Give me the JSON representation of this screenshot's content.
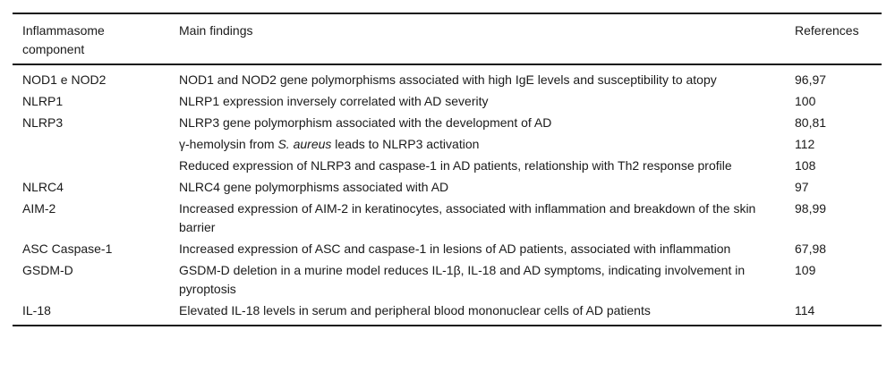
{
  "table": {
    "headers": [
      "Inflammasome component",
      "Main findings",
      "References"
    ],
    "rows": [
      {
        "component": "NOD1 e NOD2",
        "finding": [
          {
            "t": "NOD1 and NOD2 gene polymorphisms associated with high IgE levels and susceptibility to atopy"
          }
        ],
        "refs": "96,97"
      },
      {
        "component": "NLRP1",
        "finding": [
          {
            "t": "NLRP1 expression inversely correlated with AD severity"
          }
        ],
        "refs": "100"
      },
      {
        "component": "NLRP3",
        "finding": [
          {
            "t": "NLRP3 gene polymorphism associated with the development of AD"
          }
        ],
        "refs": "80,81"
      },
      {
        "component": "",
        "finding": [
          {
            "t": "γ-hemolysin from "
          },
          {
            "t": "S. aureus",
            "i": true
          },
          {
            "t": " leads to NLRP3 activation"
          }
        ],
        "refs": "112"
      },
      {
        "component": "",
        "finding": [
          {
            "t": "Reduced expression of NLRP3 and caspase-1 in AD patients, relationship with Th2 response profile"
          }
        ],
        "refs": "108"
      },
      {
        "component": "NLRC4",
        "finding": [
          {
            "t": "NLRC4 gene polymorphisms associated with AD"
          }
        ],
        "refs": "97"
      },
      {
        "component": "AIM-2",
        "finding": [
          {
            "t": "Increased expression of AIM-2 in keratinocytes, associated with inflammation and breakdown of the skin barrier"
          }
        ],
        "refs": "98,99"
      },
      {
        "component": "ASC Caspase-1",
        "finding": [
          {
            "t": "Increased expression of ASC and caspase-1 in lesions of AD patients, associated with inflammation"
          }
        ],
        "refs": "67,98"
      },
      {
        "component": "GSDM-D",
        "finding": [
          {
            "t": "GSDM-D deletion in a murine model reduces IL-1β, IL-18 and AD symptoms, indicating involvement in pyroptosis"
          }
        ],
        "refs": "109"
      },
      {
        "component": "IL-18",
        "finding": [
          {
            "t": "Elevated IL-18 levels in serum and peripheral blood mononuclear cells of AD patients"
          }
        ],
        "refs": "114"
      }
    ]
  }
}
